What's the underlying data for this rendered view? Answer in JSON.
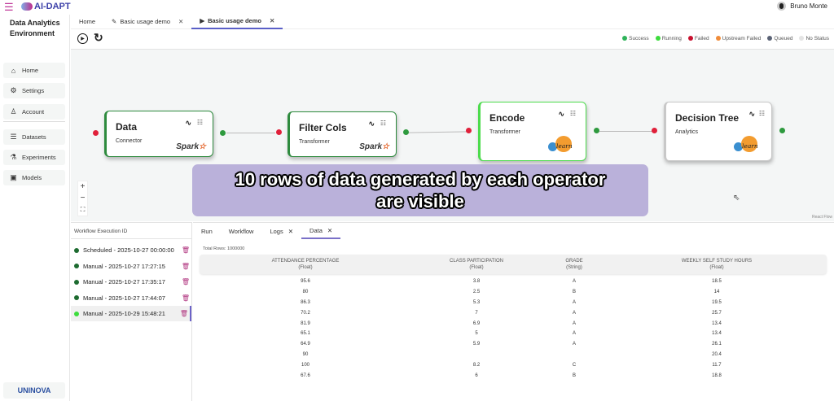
{
  "app": {
    "brand": "AI-DAPT",
    "user": "Bruno Monte"
  },
  "sidebar": {
    "title_line1": "Data Analytics",
    "title_line2": "Environment",
    "items": [
      {
        "label": "Home",
        "icon": "home-icon"
      },
      {
        "label": "Settings",
        "icon": "gear-icon"
      },
      {
        "label": "Account",
        "icon": "account-icon"
      },
      {
        "label": "Datasets",
        "icon": "database-icon"
      },
      {
        "label": "Experiments",
        "icon": "flask-icon"
      },
      {
        "label": "Models",
        "icon": "model-icon"
      }
    ],
    "footer_logo": "UNINOVA"
  },
  "tabs": [
    {
      "label": "Home"
    },
    {
      "label": "Basic usage demo",
      "icon": "pencil-icon"
    },
    {
      "label": "Basic usage demo",
      "icon": "play-icon",
      "active": true
    }
  ],
  "legend": [
    {
      "label": "Success",
      "color": "#2fb35a"
    },
    {
      "label": "Running",
      "color": "#3ddc3d"
    },
    {
      "label": "Failed",
      "color": "#c8102e"
    },
    {
      "label": "Upstream Failed",
      "color": "#f08c3a"
    },
    {
      "label": "Queued",
      "color": "#5a6275"
    },
    {
      "label": "No Status",
      "color": "#e4e4e4"
    }
  ],
  "nodes": [
    {
      "title": "Data",
      "subtitle": "Connector",
      "lib": "Spark"
    },
    {
      "title": "Filter Cols",
      "subtitle": "Transformer",
      "lib": "Spark"
    },
    {
      "title": "Encode",
      "subtitle": "Transformer",
      "lib": "learn"
    },
    {
      "title": "Decision Tree",
      "subtitle": "Analytics",
      "lib": "learn"
    }
  ],
  "canvas": {
    "attribution": "React Flow"
  },
  "executions": {
    "header": "Workflow Execution ID",
    "items": [
      "Scheduled - 2025-10-27 00:00:00",
      "Manual - 2025-10-27 17:27:15",
      "Manual - 2025-10-27 17:35:17",
      "Manual - 2025-10-27 17:44:07",
      "Manual - 2025-10-29 15:48:21"
    ]
  },
  "panel_tabs": [
    "Run",
    "Workflow",
    "Logs",
    "Data"
  ],
  "data_table": {
    "total": "Total Rows: 1000000",
    "columns": [
      {
        "name": "ATTENDANCE PERCENTAGE",
        "type": "(Float)"
      },
      {
        "name": "CLASS PARTICIPATION",
        "type": "(Float)"
      },
      {
        "name": "GRADE",
        "type": "(String)"
      },
      {
        "name": "WEEKLY SELF STUDY HOURS",
        "type": "(Float)"
      }
    ],
    "rows": [
      [
        "95.6",
        "3.8",
        "A",
        "18.5"
      ],
      [
        "80",
        "2.5",
        "B",
        "14"
      ],
      [
        "86.3",
        "5.3",
        "A",
        "19.5"
      ],
      [
        "70.2",
        "7",
        "A",
        "25.7"
      ],
      [
        "81.9",
        "6.9",
        "A",
        "13.4"
      ],
      [
        "65.1",
        "5",
        "A",
        "13.4"
      ],
      [
        "64.9",
        "5.9",
        "A",
        "26.1"
      ],
      [
        "90",
        "",
        "",
        "20.4"
      ],
      [
        "100",
        "8.2",
        "C",
        "11.7"
      ],
      [
        "67.6",
        "6",
        "B",
        "18.8"
      ]
    ]
  },
  "caption": {
    "line1": "10 rows of data generated by each operator",
    "line2": "are visible"
  }
}
